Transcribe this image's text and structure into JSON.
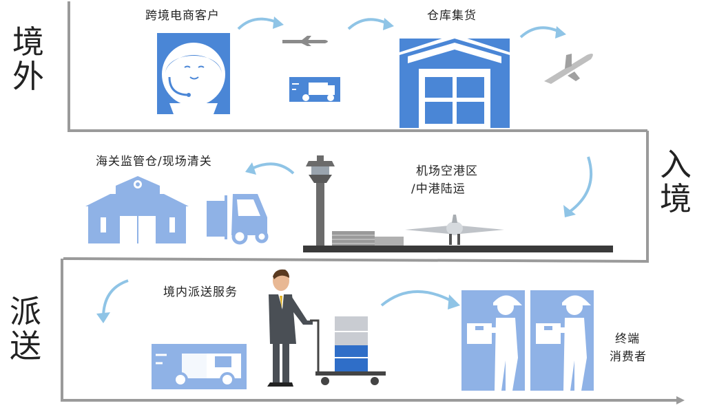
{
  "sections": {
    "overseas": {
      "line1": "境",
      "line2": "外"
    },
    "entry": {
      "line1": "入",
      "line2": "境"
    },
    "delivery": {
      "line1": "派",
      "line2": "送"
    }
  },
  "labels": {
    "customer": "跨境电商客户",
    "warehouse": "仓库集货",
    "customs": "海关监管仓/现场清关",
    "airport_line1": "机场空港区",
    "airport_line2": "/中港陆运",
    "domestic": "境内派送服务",
    "consumer_line1": "终端",
    "consumer_line2": "消费者"
  },
  "colors": {
    "primary_blue": "#4a86d6",
    "light_blue": "#8fb2e6",
    "frame_gray": "#9a9a9a",
    "arrow_blue": "#8fc4e6",
    "dark_gray": "#555555"
  }
}
